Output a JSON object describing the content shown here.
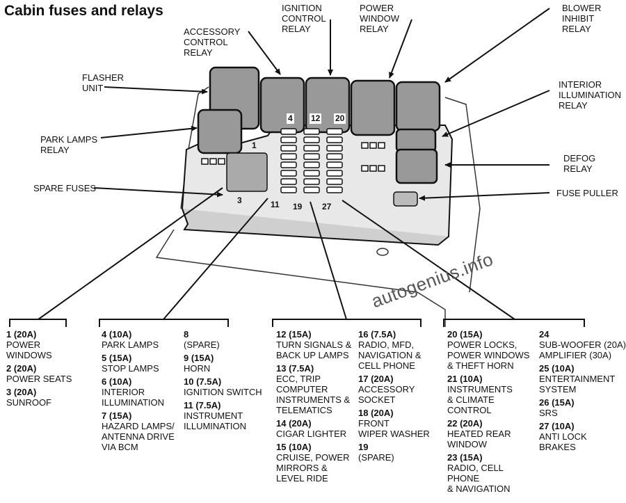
{
  "title": "Cabin fuses and relays",
  "watermark": "autogenius.info",
  "callouts": {
    "ignition": "IGNITION\nCONTROL\nRELAY",
    "power_window": "POWER\nWINDOW\nRELAY",
    "blower": "BLOWER\nINHIBIT\nRELAY",
    "accessory": "ACCESSORY\nCONTROL\nRELAY",
    "flasher": "FLASHER\nUNIT",
    "interior": "INTERIOR\nILLUMINATION\nRELAY",
    "park_lamps": "PARK LAMPS\nRELAY",
    "defog": "DEFOG\nRELAY",
    "spare_fuses": "SPARE FUSES",
    "fuse_puller": "FUSE PULLER"
  },
  "box_numbers": {
    "n4": "4",
    "n12": "12",
    "n20": "20",
    "n1": "1",
    "n3": "3",
    "n11": "11",
    "n19": "19",
    "n27": "27"
  },
  "fuses": {
    "col1": [
      {
        "num": "1 (20A)",
        "desc": "POWER\nWINDOWS"
      },
      {
        "num": "2 (20A)",
        "desc": "POWER SEATS"
      },
      {
        "num": "3 (20A)",
        "desc": "SUNROOF"
      }
    ],
    "col2": [
      {
        "num": "4 (10A)",
        "desc": "PARK LAMPS"
      },
      {
        "num": "5 (15A)",
        "desc": "STOP LAMPS"
      },
      {
        "num": "6 (10A)",
        "desc": "INTERIOR\nILLUMINATION"
      },
      {
        "num": "7 (15A)",
        "desc": "HAZARD LAMPS/\nANTENNA DRIVE\nVIA BCM"
      }
    ],
    "col3": [
      {
        "num": "8",
        "desc": "(SPARE)"
      },
      {
        "num": "9 (15A)",
        "desc": "HORN"
      },
      {
        "num": "10 (7.5A)",
        "desc": "IGNITION SWITCH"
      },
      {
        "num": "11 (7.5A)",
        "desc": "INSTRUMENT\nILLUMINATION"
      }
    ],
    "col4": [
      {
        "num": "12 (15A)",
        "desc": "TURN SIGNALS &\nBACK UP LAMPS"
      },
      {
        "num": "13 (7.5A)",
        "desc": "ECC, TRIP\nCOMPUTER\nINSTRUMENTS &\nTELEMATICS"
      },
      {
        "num": "14 (20A)",
        "desc": "CIGAR LIGHTER"
      },
      {
        "num": "15 (10A)",
        "desc": "CRUISE, POWER\nMIRRORS &\nLEVEL RIDE"
      }
    ],
    "col5": [
      {
        "num": "16 (7.5A)",
        "desc": "RADIO, MFD,\nNAVIGATION &\nCELL PHONE"
      },
      {
        "num": "17 (20A)",
        "desc": "ACCESSORY\nSOCKET"
      },
      {
        "num": "18 (20A)",
        "desc": "FRONT\nWIPER WASHER"
      },
      {
        "num": "19",
        "desc": "(SPARE)"
      }
    ],
    "col6": [
      {
        "num": "20 (15A)",
        "desc": "POWER LOCKS,\nPOWER WINDOWS\n& THEFT HORN"
      },
      {
        "num": "21 (10A)",
        "desc": "INSTRUMENTS\n& CLIMATE\nCONTROL"
      },
      {
        "num": "22 (20A)",
        "desc": "HEATED REAR\nWINDOW"
      },
      {
        "num": "23 (15A)",
        "desc": "RADIO, CELL PHONE\n& NAVIGATION"
      }
    ],
    "col7": [
      {
        "num": "24",
        "desc": "SUB-WOOFER (20A)\nAMPLIFIER (30A)"
      },
      {
        "num": "25 (10A)",
        "desc": "ENTERTAINMENT\nSYSTEM"
      },
      {
        "num": "26 (15A)",
        "desc": "SRS"
      },
      {
        "num": "27 (10A)",
        "desc": "ANTI LOCK\nBRAKES"
      }
    ]
  }
}
